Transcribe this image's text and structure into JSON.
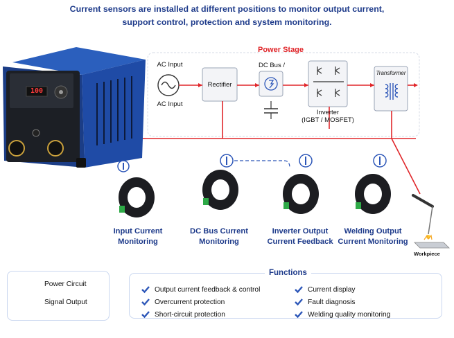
{
  "header": {
    "line1": "Current sensors are installed at different positions to monitor output current,",
    "line2": "support control, protection and system monitoring."
  },
  "power_stage": {
    "title": "Power Stage",
    "ac_input_top": "AC Input",
    "ac_input_bottom": "AC Input",
    "rectifier": "Rectifier",
    "dc_bus": "DC Bus /",
    "inverter_line1": "Inverter",
    "inverter_line2": "(IGBT / MOSFET)",
    "transformer": "Transformer"
  },
  "sensors": [
    {
      "line1": "Input Current",
      "line2": "Monitoring"
    },
    {
      "line1": "DC Bus Current",
      "line2": "Monitoring"
    },
    {
      "line1": "Inverter Output",
      "line2": "Current Feedback"
    },
    {
      "line1": "Welding Output",
      "line2": "Current Monitoring"
    }
  ],
  "welder": {
    "display_value": "100"
  },
  "workpiece": "Workpiece",
  "legend": {
    "power": "Power Circuit",
    "signal": "Signal Output"
  },
  "functions": {
    "title": "Functions",
    "items": [
      "Output current feedback & control",
      "Overcurrent protection",
      "Short-circuit protection",
      "Current display",
      "Fault diagnosis",
      "Welding quality monitoring"
    ]
  },
  "colors": {
    "power_line": "#e0262a",
    "signal_line": "#2c56b8",
    "title_blue": "#1d3a8a",
    "welder_blue": "#1f4ba6"
  }
}
